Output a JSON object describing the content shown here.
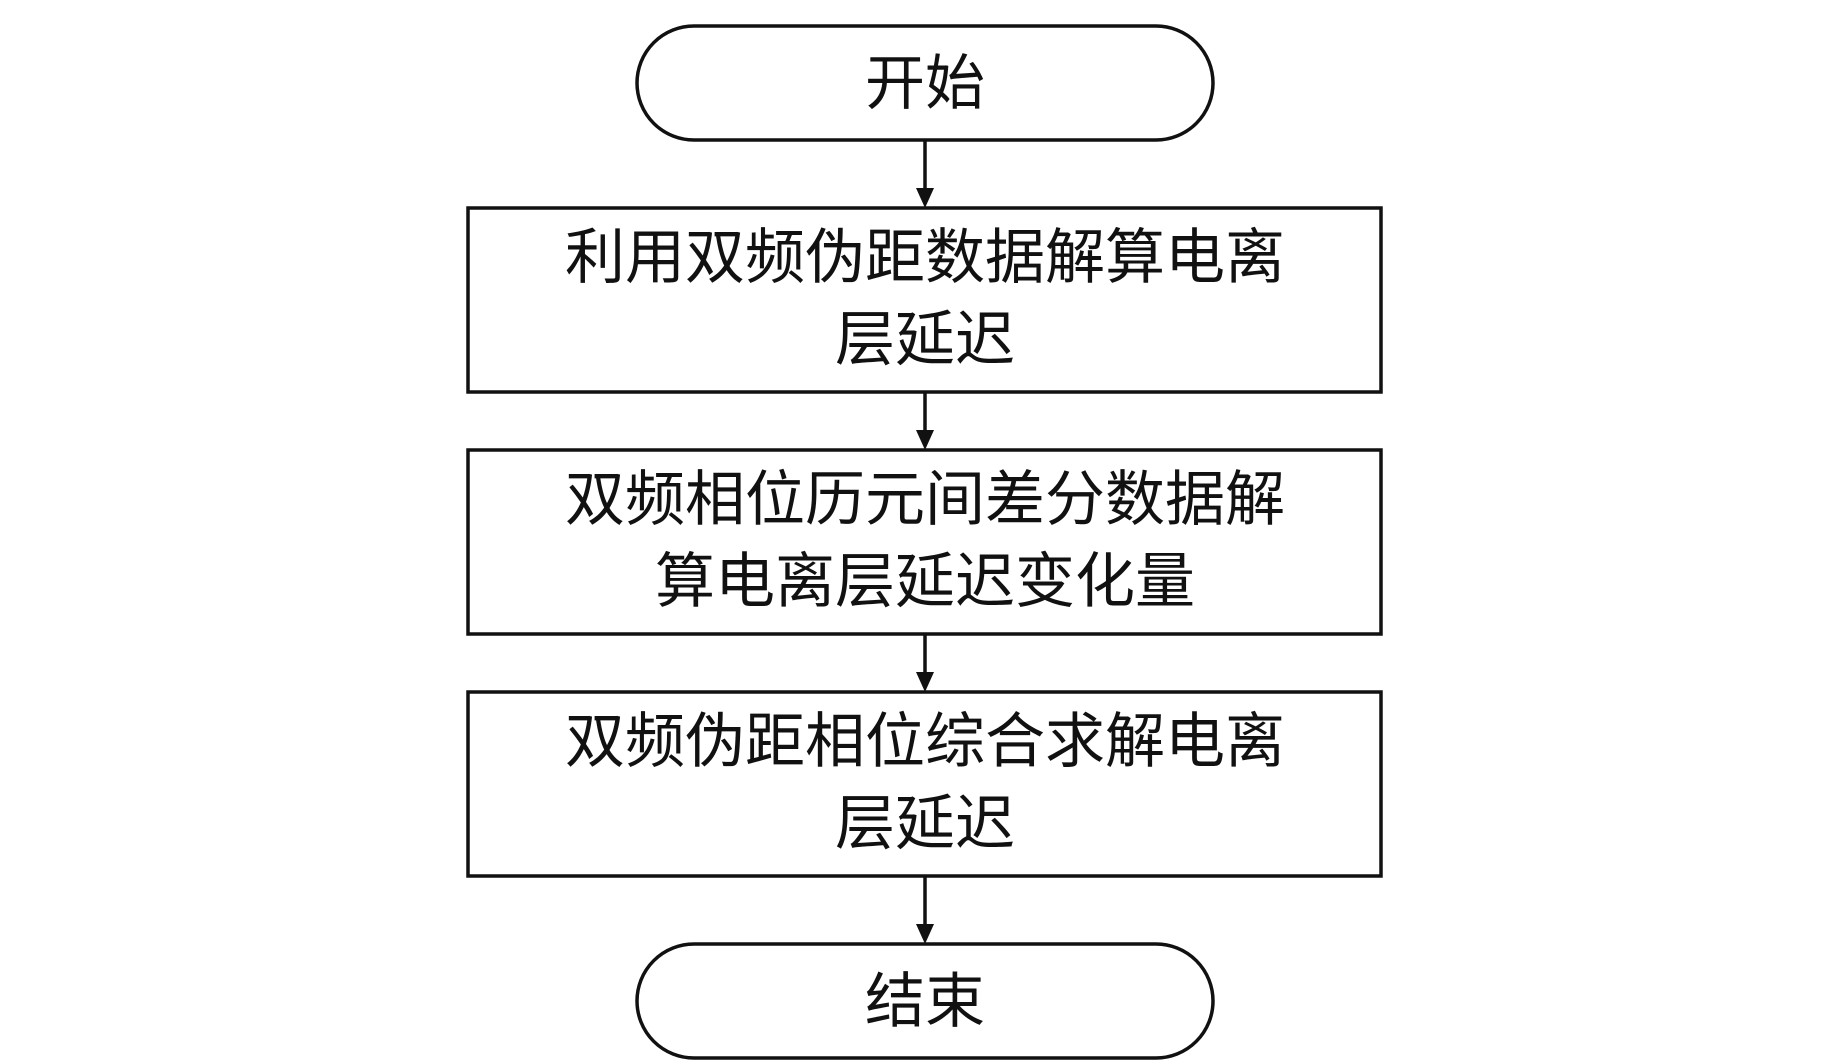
{
  "flowchart": {
    "start": {
      "label": "开始"
    },
    "step1": {
      "line1": "利用双频伪距数据解算电离",
      "line2": "层延迟"
    },
    "step2": {
      "line1": "双频相位历元间差分数据解",
      "line2": "算电离层延迟变化量"
    },
    "step3": {
      "line1": "双频伪距相位综合求解电离",
      "line2": "层延迟"
    },
    "end": {
      "label": "结束"
    }
  }
}
